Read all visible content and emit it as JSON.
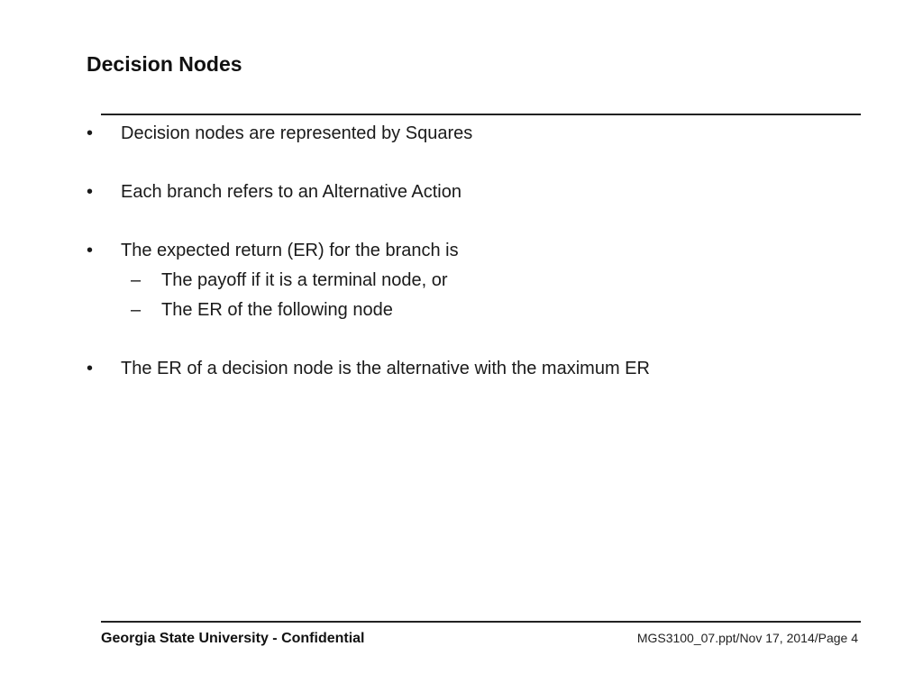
{
  "slide": {
    "title": "Decision Nodes",
    "bullets": [
      {
        "marker": "•",
        "text": "Decision nodes are represented by Squares"
      },
      {
        "marker": "•",
        "text": "Each branch refers to an Alternative Action"
      },
      {
        "marker": "•",
        "text": "The expected return (ER) for the branch is",
        "sub": [
          {
            "marker": "–",
            "text": "The payoff if it is a terminal node, or"
          },
          {
            "marker": "–",
            "text": "The ER of the following node"
          }
        ]
      },
      {
        "marker": "•",
        "text": "The ER of a decision node is the alternative with the maximum ER"
      }
    ]
  },
  "footer": {
    "left": "Georgia State University - Confidential",
    "right": "MGS3100_07.ppt/Nov 17, 2014/Page 4"
  }
}
